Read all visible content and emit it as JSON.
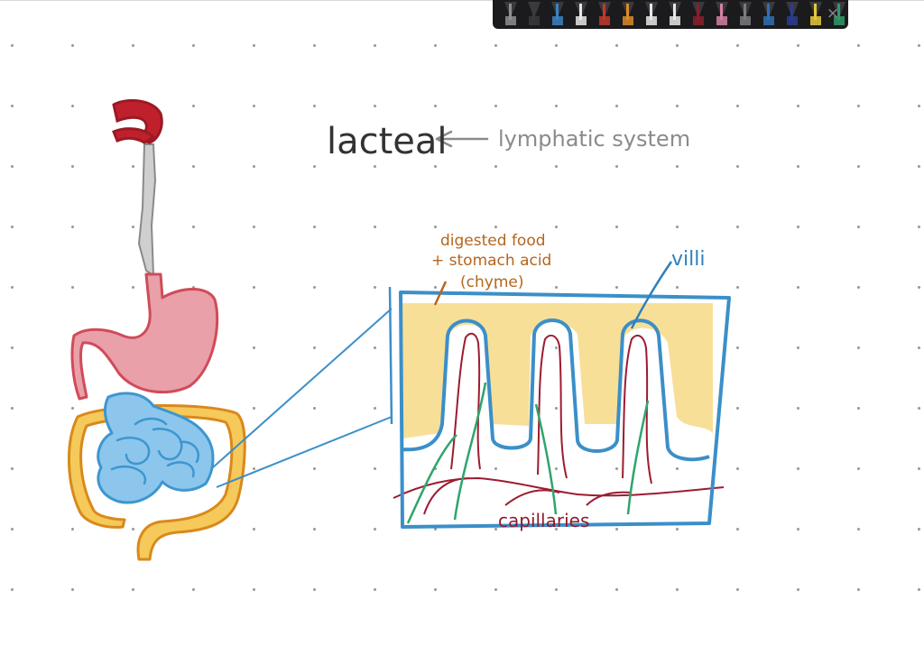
{
  "toolbar": {
    "tools": [
      {
        "name": "pen-gray-tool",
        "color": "#8e8e93"
      },
      {
        "name": "pen-black-tool",
        "color": "#3a3a3e"
      },
      {
        "name": "pen-blue-tool",
        "color": "#3b82c4"
      },
      {
        "name": "pen-white-tool",
        "color": "#e6e6e6"
      },
      {
        "name": "pen-red-tool",
        "color": "#c0392b"
      },
      {
        "name": "pen-orange-tool",
        "color": "#d98b2b"
      },
      {
        "name": "lasso-select-tool",
        "color": "#e6e6e6"
      },
      {
        "name": "eraser-tool",
        "color": "#e6e6e6"
      },
      {
        "name": "pen-dark-red-tool",
        "color": "#8b1e2b"
      },
      {
        "name": "pen-pink-tool",
        "color": "#d47fa3"
      },
      {
        "name": "pen-gray2-tool",
        "color": "#7a7a7f"
      },
      {
        "name": "pen-blue2-tool",
        "color": "#2f6fb4"
      },
      {
        "name": "pen-navy-tool",
        "color": "#2b3c8e"
      },
      {
        "name": "pen-yellow-tool",
        "color": "#e3c93b"
      },
      {
        "name": "pen-green-tool",
        "color": "#2e9a6a"
      }
    ],
    "close_symbol": "×"
  },
  "annotations": {
    "lacteal": "lacteal",
    "lymphatic_system": "lymphatic system",
    "digested_food": "digested food",
    "stomach_acid": "+ stomach acid",
    "chyme": "(chyme)",
    "villi": "villi",
    "capillaries": "capillaries"
  },
  "colors": {
    "esophagus_top": "#c0202c",
    "stomach": "#e9a0a8",
    "stomach_outline": "#d04b5a",
    "large_intestine": "#f5c95a",
    "large_intestine_outline": "#d9891c",
    "small_intestine": "#8cc6ec",
    "small_intestine_outline": "#3d96cf",
    "zoom_box": "#3b8fc9",
    "chyme_fill": "#f8df98",
    "capillary_red": "#9c1c30",
    "lacteal_green": "#2fa56c",
    "text_dark": "#333333",
    "text_gray": "#8a8a8a",
    "text_orange": "#b5651d",
    "text_blue": "#2f80bd",
    "text_maroon": "#8e1b2d"
  }
}
